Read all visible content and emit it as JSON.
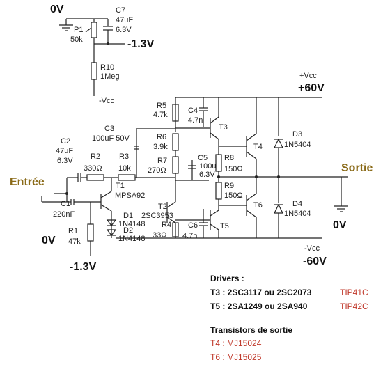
{
  "nodes": {
    "gnd_top": "0V",
    "gnd_in": "0V",
    "gnd_out": "0V",
    "neg13_top": "-1.3V",
    "neg13_bottom": "-1.3V",
    "minus_vcc_small": "-Vcc",
    "plus_vcc_label": "+Vcc",
    "plus_vcc_value": "+60V",
    "minus_vcc_label": "-Vcc",
    "minus_vcc_value": "-60V",
    "input": "Entrée",
    "output": "Sortie"
  },
  "components": {
    "C7": [
      "C7",
      "47uF",
      "6.3V"
    ],
    "P1": [
      "P1",
      "50k"
    ],
    "R10": [
      "R10",
      "1Meg"
    ],
    "C2": [
      "C2",
      "47uF",
      "6.3V"
    ],
    "C3": [
      "C3",
      "100uF 50V"
    ],
    "R2": [
      "R2",
      "330Ω"
    ],
    "R3": [
      "R3",
      "10k"
    ],
    "C1": [
      "C1",
      "220nF"
    ],
    "R1": [
      "R1",
      "47k"
    ],
    "T1": [
      "T1",
      "MPSA92"
    ],
    "D1": [
      "D1",
      "1N4148"
    ],
    "D2": [
      "D2",
      "1N4148"
    ],
    "R5": [
      "R5",
      "4.7k"
    ],
    "R6": [
      "R6",
      "3.9k"
    ],
    "R7": [
      "R7",
      "270Ω"
    ],
    "C4": [
      "C4",
      "4.7n"
    ],
    "C5": [
      "C5",
      "100u",
      "6.3V"
    ],
    "T2": [
      "T2",
      "2SC3953"
    ],
    "R4": [
      "R4",
      "33Ω"
    ],
    "C6": [
      "C6",
      "4.7n"
    ],
    "T3": [
      "T3"
    ],
    "T5": [
      "T5"
    ],
    "R8": [
      "R8",
      "150Ω"
    ],
    "R9": [
      "R9",
      "150Ω"
    ],
    "T4": [
      "T4"
    ],
    "T6": [
      "T6"
    ],
    "D3": [
      "D3",
      "1N5404"
    ],
    "D4": [
      "D4",
      "1N5404"
    ]
  },
  "legend": {
    "drivers_title": "Drivers :",
    "t3_text": "T3 : 2SC3117 ou 2SC2073",
    "t3_alt": "TIP41C",
    "t5_text": "T5 : 2SA1249 ou 2SA940",
    "t5_alt": "TIP42C",
    "outputs_title": "Transistors de sortie",
    "t4_text": "T4 : MJ15024",
    "t6_text": "T6 : MJ15025"
  },
  "colors": {
    "io_label": "#8a6a18",
    "legend_alt": "#c0392b"
  }
}
